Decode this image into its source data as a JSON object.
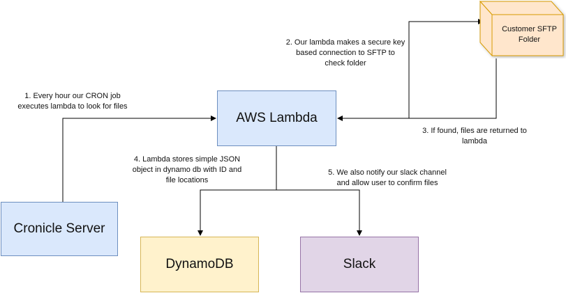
{
  "nodes": {
    "lambda": "AWS Lambda",
    "cronicle": "Cronicle Server",
    "dynamodb": "DynamoDB",
    "slack": "Slack",
    "sftp": "Customer SFTP\nFolder"
  },
  "notes": {
    "step1": "1. Every hour our CRON job\nexecutes lambda to look for files",
    "step2": "2. Our lambda makes a secure key\nbased connection to SFTP to\ncheck folder",
    "step3": "3. If found, files are returned to\nlambda",
    "step4": "4. Lambda stores simple JSON\nobject in dynamo db with ID and\nfile locations",
    "step5": "5. We also notify our slack channel\nand allow user to confirm files"
  },
  "colors": {
    "blue_fill": "#dae8fc",
    "yellow_fill": "#fff2cc",
    "purple_fill": "#e1d5e7",
    "cube_fill": "#ffe6cc",
    "cube_stroke": "#d79b00"
  }
}
